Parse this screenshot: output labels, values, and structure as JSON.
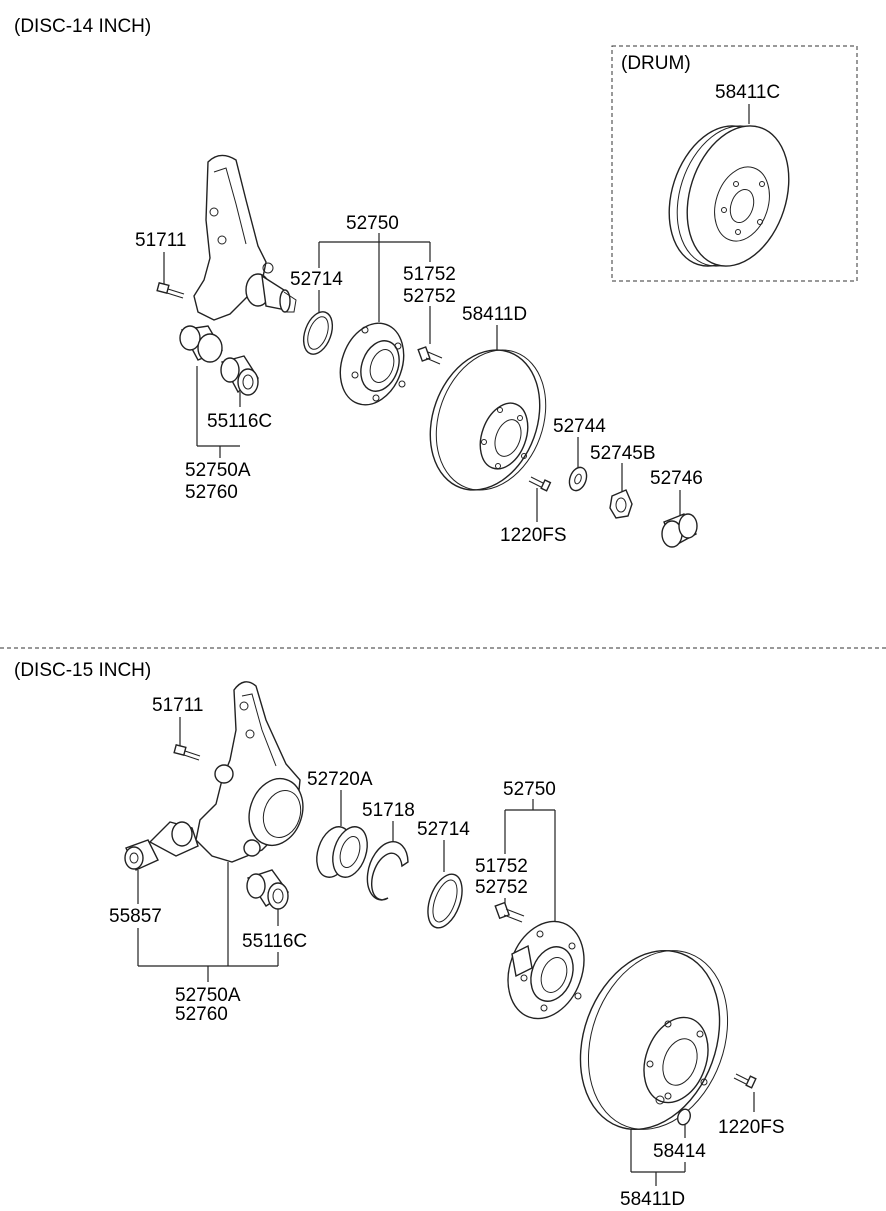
{
  "sections": {
    "top_title": "(DISC-14 INCH)",
    "drum_title": "(DRUM)",
    "bottom_title": "(DISC-15 INCH)"
  },
  "top": {
    "p51711": "51711",
    "p52750": "52750",
    "p52714": "52714",
    "p51752": "51752",
    "p52752": "52752",
    "p58411D": "58411D",
    "p55116C": "55116C",
    "p52750A": "52750A",
    "p52760": "52760",
    "p52744": "52744",
    "p52745B": "52745B",
    "p52746": "52746",
    "p1220FS": "1220FS",
    "p58411C": "58411C"
  },
  "bottom": {
    "p51711": "51711",
    "p52720A": "52720A",
    "p51718": "51718",
    "p52714": "52714",
    "p52750": "52750",
    "p51752": "51752",
    "p52752": "52752",
    "p55857": "55857",
    "p55116C": "55116C",
    "p52750A": "52750A",
    "p52760": "52760",
    "p1220FS": "1220FS",
    "p58414": "58414",
    "p58411D": "58411D"
  }
}
